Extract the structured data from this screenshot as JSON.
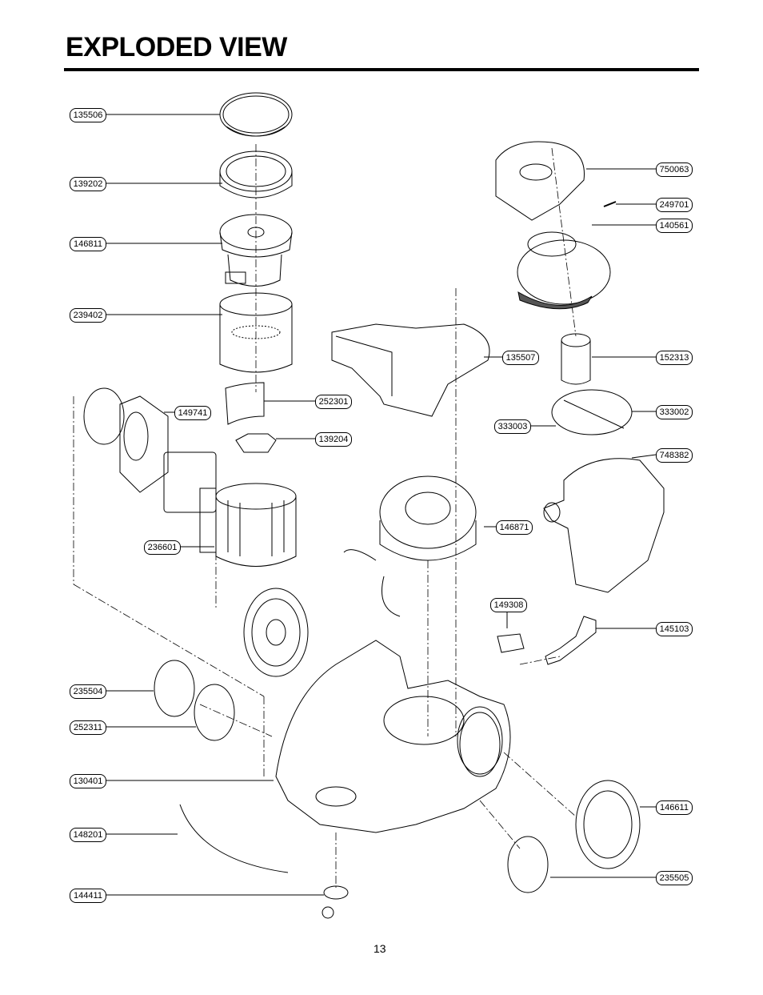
{
  "title": "EXPLODED VIEW",
  "page_number": "13",
  "parts": [
    {
      "id": "135506"
    },
    {
      "id": "139202"
    },
    {
      "id": "146811"
    },
    {
      "id": "239402"
    },
    {
      "id": "149741"
    },
    {
      "id": "252301"
    },
    {
      "id": "139204"
    },
    {
      "id": "236601"
    },
    {
      "id": "235504"
    },
    {
      "id": "252311"
    },
    {
      "id": "130401"
    },
    {
      "id": "148201"
    },
    {
      "id": "144411"
    },
    {
      "id": "750063"
    },
    {
      "id": "249701"
    },
    {
      "id": "140561"
    },
    {
      "id": "135507"
    },
    {
      "id": "152313"
    },
    {
      "id": "333003"
    },
    {
      "id": "333002"
    },
    {
      "id": "748382"
    },
    {
      "id": "146871"
    },
    {
      "id": "149308"
    },
    {
      "id": "145103"
    },
    {
      "id": "146611"
    },
    {
      "id": "235505"
    }
  ]
}
